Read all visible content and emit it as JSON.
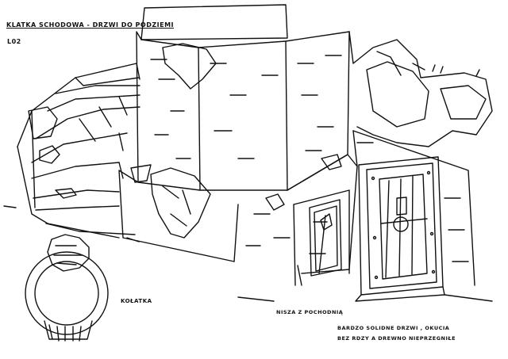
{
  "labels": {
    "title": "KLATKA SCHODOWA - DRZWI DO PODZIEMI",
    "code": "L02",
    "knocker": "KOŁATKA",
    "niche": "NISZA Z POCHODNIĄ",
    "door_line1": "BARDZO SOLIDNE DRZWI , OKUCIA",
    "door_line2": "BEZ RDZY A DREWNO NIEPRZEGNIŁE"
  },
  "style": {
    "ink": "#111111",
    "paper": "#ffffff"
  }
}
